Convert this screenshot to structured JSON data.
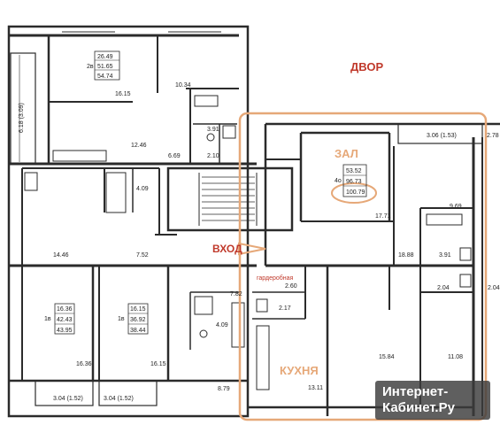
{
  "annotations": {
    "dvor": "ДВОР",
    "zal": "ЗАЛ",
    "vhod": "ВХОД",
    "kuhnya": "КУХНЯ",
    "garderob": "гардеробная"
  },
  "left_top_apartment": {
    "code": "2в",
    "totals": [
      "26.49",
      "51.65",
      "54.74"
    ],
    "rooms": [
      "16.15",
      "10.34",
      "12.46",
      "6.69",
      "3.91",
      "2.10"
    ],
    "balcony": "6.18 (3.09)"
  },
  "left_mid_apartment": {
    "rooms": [
      "4.09",
      "14.46",
      "7.52"
    ]
  },
  "left_bottom_apartment": {
    "code": "1в",
    "totals": [
      "16.36",
      "42.43",
      "43.95"
    ],
    "room": "16.36",
    "balcony": "3.04 (1.52)"
  },
  "mid_bottom_apartment": {
    "code": "1в",
    "totals": [
      "16.15",
      "36.92",
      "38.44"
    ],
    "room": "16.15",
    "balcony": "3.04 (1.52)"
  },
  "center_bottom": {
    "rooms": [
      "7.82",
      "4.09",
      "8.79"
    ]
  },
  "highlighted_apartment": {
    "code": "4о",
    "totals": [
      "53.52",
      "96.73",
      "100.79"
    ],
    "rooms": [
      "17.71",
      "3.06 (1.53)",
      "9.69",
      "18.88",
      "3.91",
      "2.60",
      "2.17",
      "15.84",
      "11.08",
      "13.11",
      "2.04"
    ]
  },
  "right_edge": {
    "rooms": [
      "2.78",
      "2.04"
    ]
  },
  "watermark": {
    "line1": "Интернет-",
    "line2": "Кабинет.Ру"
  },
  "colors": {
    "wall": "#2b2b2b",
    "highlight": "#e6a878",
    "annotation": "#c0392b"
  }
}
